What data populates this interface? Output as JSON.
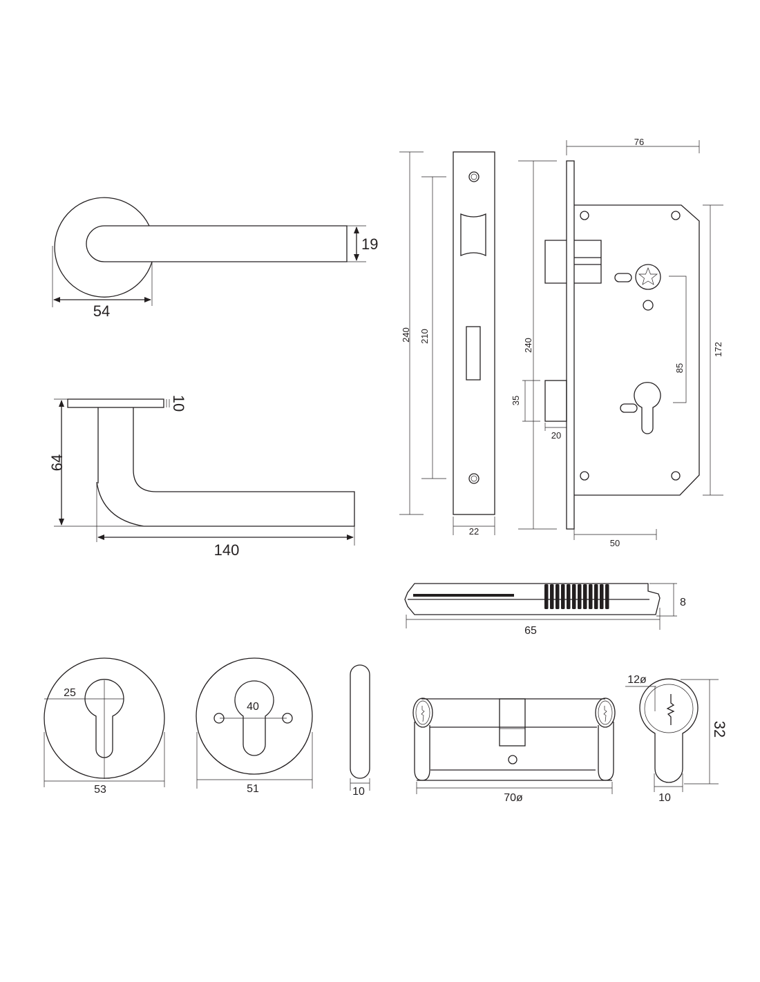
{
  "colors": {
    "line": "#231f20",
    "background": "#ffffff"
  },
  "lever_top": {
    "rose_diameter": "54",
    "lever_width": "19"
  },
  "lever_side": {
    "height": "64",
    "length": "140",
    "rose_thickness": "10"
  },
  "faceplate": {
    "length": "240",
    "screw_spacing": "210",
    "width": "22"
  },
  "lock_body": {
    "faceplate_length": "240",
    "width": "76",
    "body_height": "172",
    "center_distance": "85",
    "deadbolt_height": "35",
    "deadbolt_throw": "20",
    "backset": "50"
  },
  "spindle": {
    "length": "65",
    "size": "8"
  },
  "escutcheon_round": {
    "keyhole_offset": "25",
    "diameter": "53"
  },
  "escutcheon_screw": {
    "screw_spacing": "40",
    "diameter": "51",
    "thickness": "10"
  },
  "cylinder": {
    "length": "70ø",
    "key_diameter": "12ø",
    "height": "32",
    "width": "10"
  }
}
